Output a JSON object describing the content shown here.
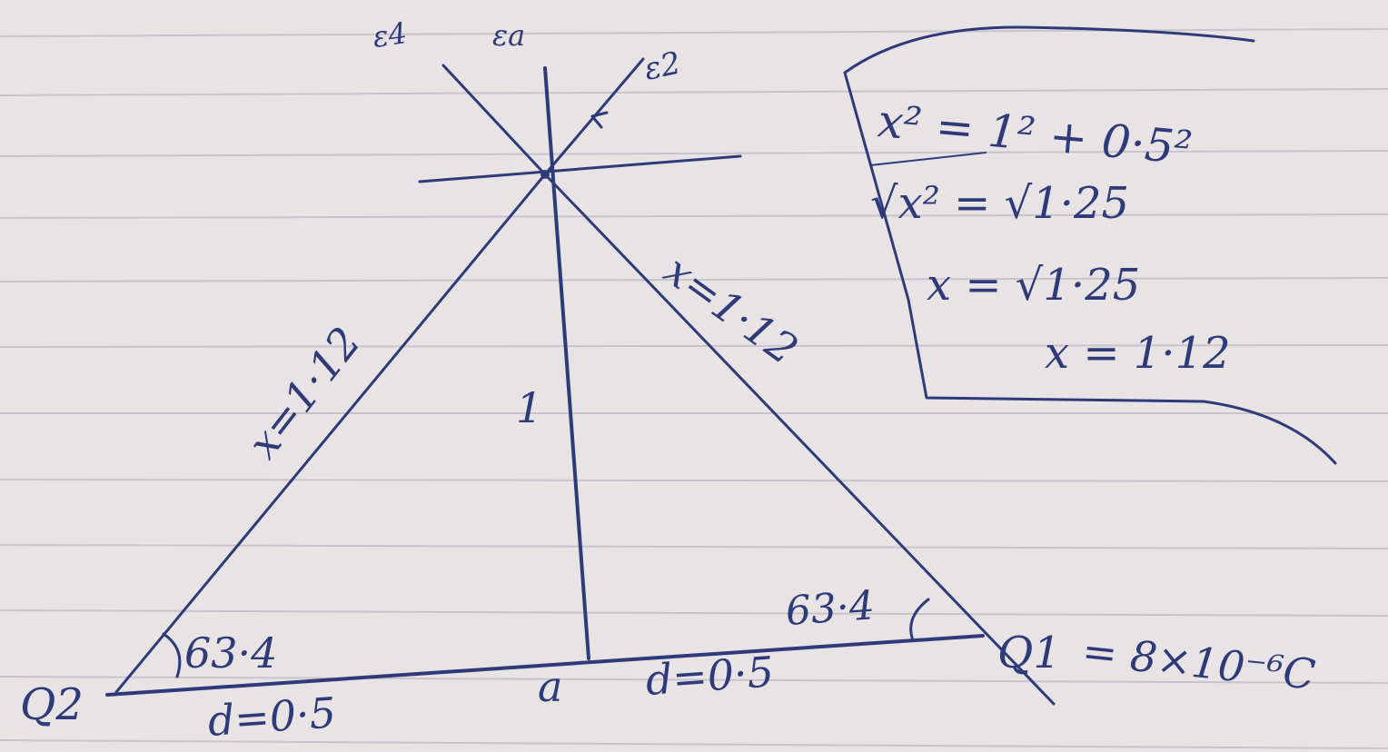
{
  "diagram": {
    "field_labels": {
      "e4": "ε4",
      "ea": "εa",
      "e2": "ε2"
    },
    "charges": {
      "left": "Q2",
      "right": "Q1",
      "right_value": "= 8×10⁻⁶C",
      "midpoint": "a"
    },
    "sides": {
      "left_hypotenuse": "x=1·12",
      "right_hypotenuse": "x=1·12",
      "height": "1"
    },
    "angles": {
      "left": "63·4",
      "right": "63·4"
    },
    "half_bases": {
      "left": "d=0·5",
      "right": "d=0·5"
    }
  },
  "calculation": {
    "line1": "x² = 1² + 0·5²",
    "line2": "√x² = √1·25",
    "line3": "x = √1·25",
    "line4": "x = 1·12"
  },
  "colors": {
    "ink": "#2f3a78",
    "paper": "#e8e4e6",
    "ruled_line": "#c9c3cc"
  }
}
